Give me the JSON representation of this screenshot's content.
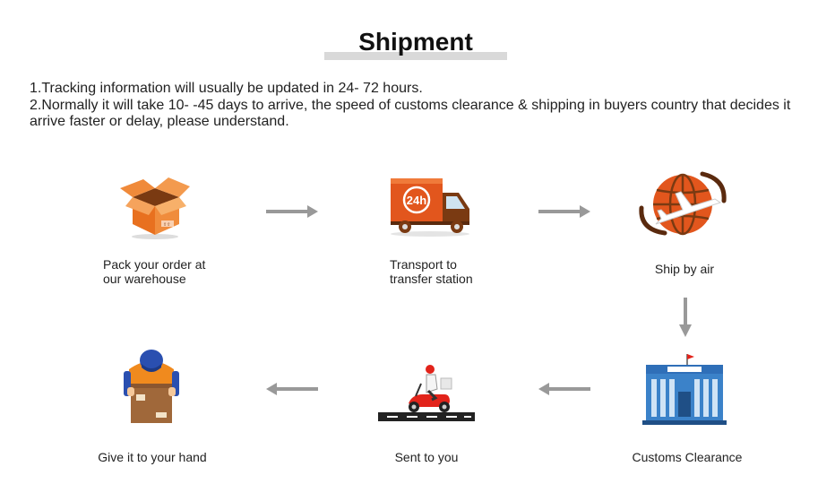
{
  "title": "Shipment",
  "notes": [
    "1.Tracking information will usually be updated in 24- 72 hours.",
    "2.Normally it will take 10- -45 days to arrive, the speed of customs clearance & shipping in buyers country that decides it arrive faster or delay, please understand."
  ],
  "steps": [
    {
      "label_line1": "Pack your order at",
      "label_line2": "our warehouse",
      "icon": "box-icon"
    },
    {
      "label_line1": "Transport to",
      "label_line2": "transfer station",
      "icon": "truck-24h-icon"
    },
    {
      "label": "Ship by air",
      "icon": "globe-airplane-icon"
    },
    {
      "label": "Customs Clearance",
      "icon": "customs-building-icon"
    },
    {
      "label": "Sent to you",
      "icon": "scooter-delivery-icon"
    },
    {
      "label": "Give it to your hand",
      "icon": "courier-holding-box-icon"
    }
  ],
  "truck_badge": "24h",
  "colors": {
    "accent": "#e2561d",
    "arrow": "#999999",
    "title_bar": "#d9d9d9"
  }
}
